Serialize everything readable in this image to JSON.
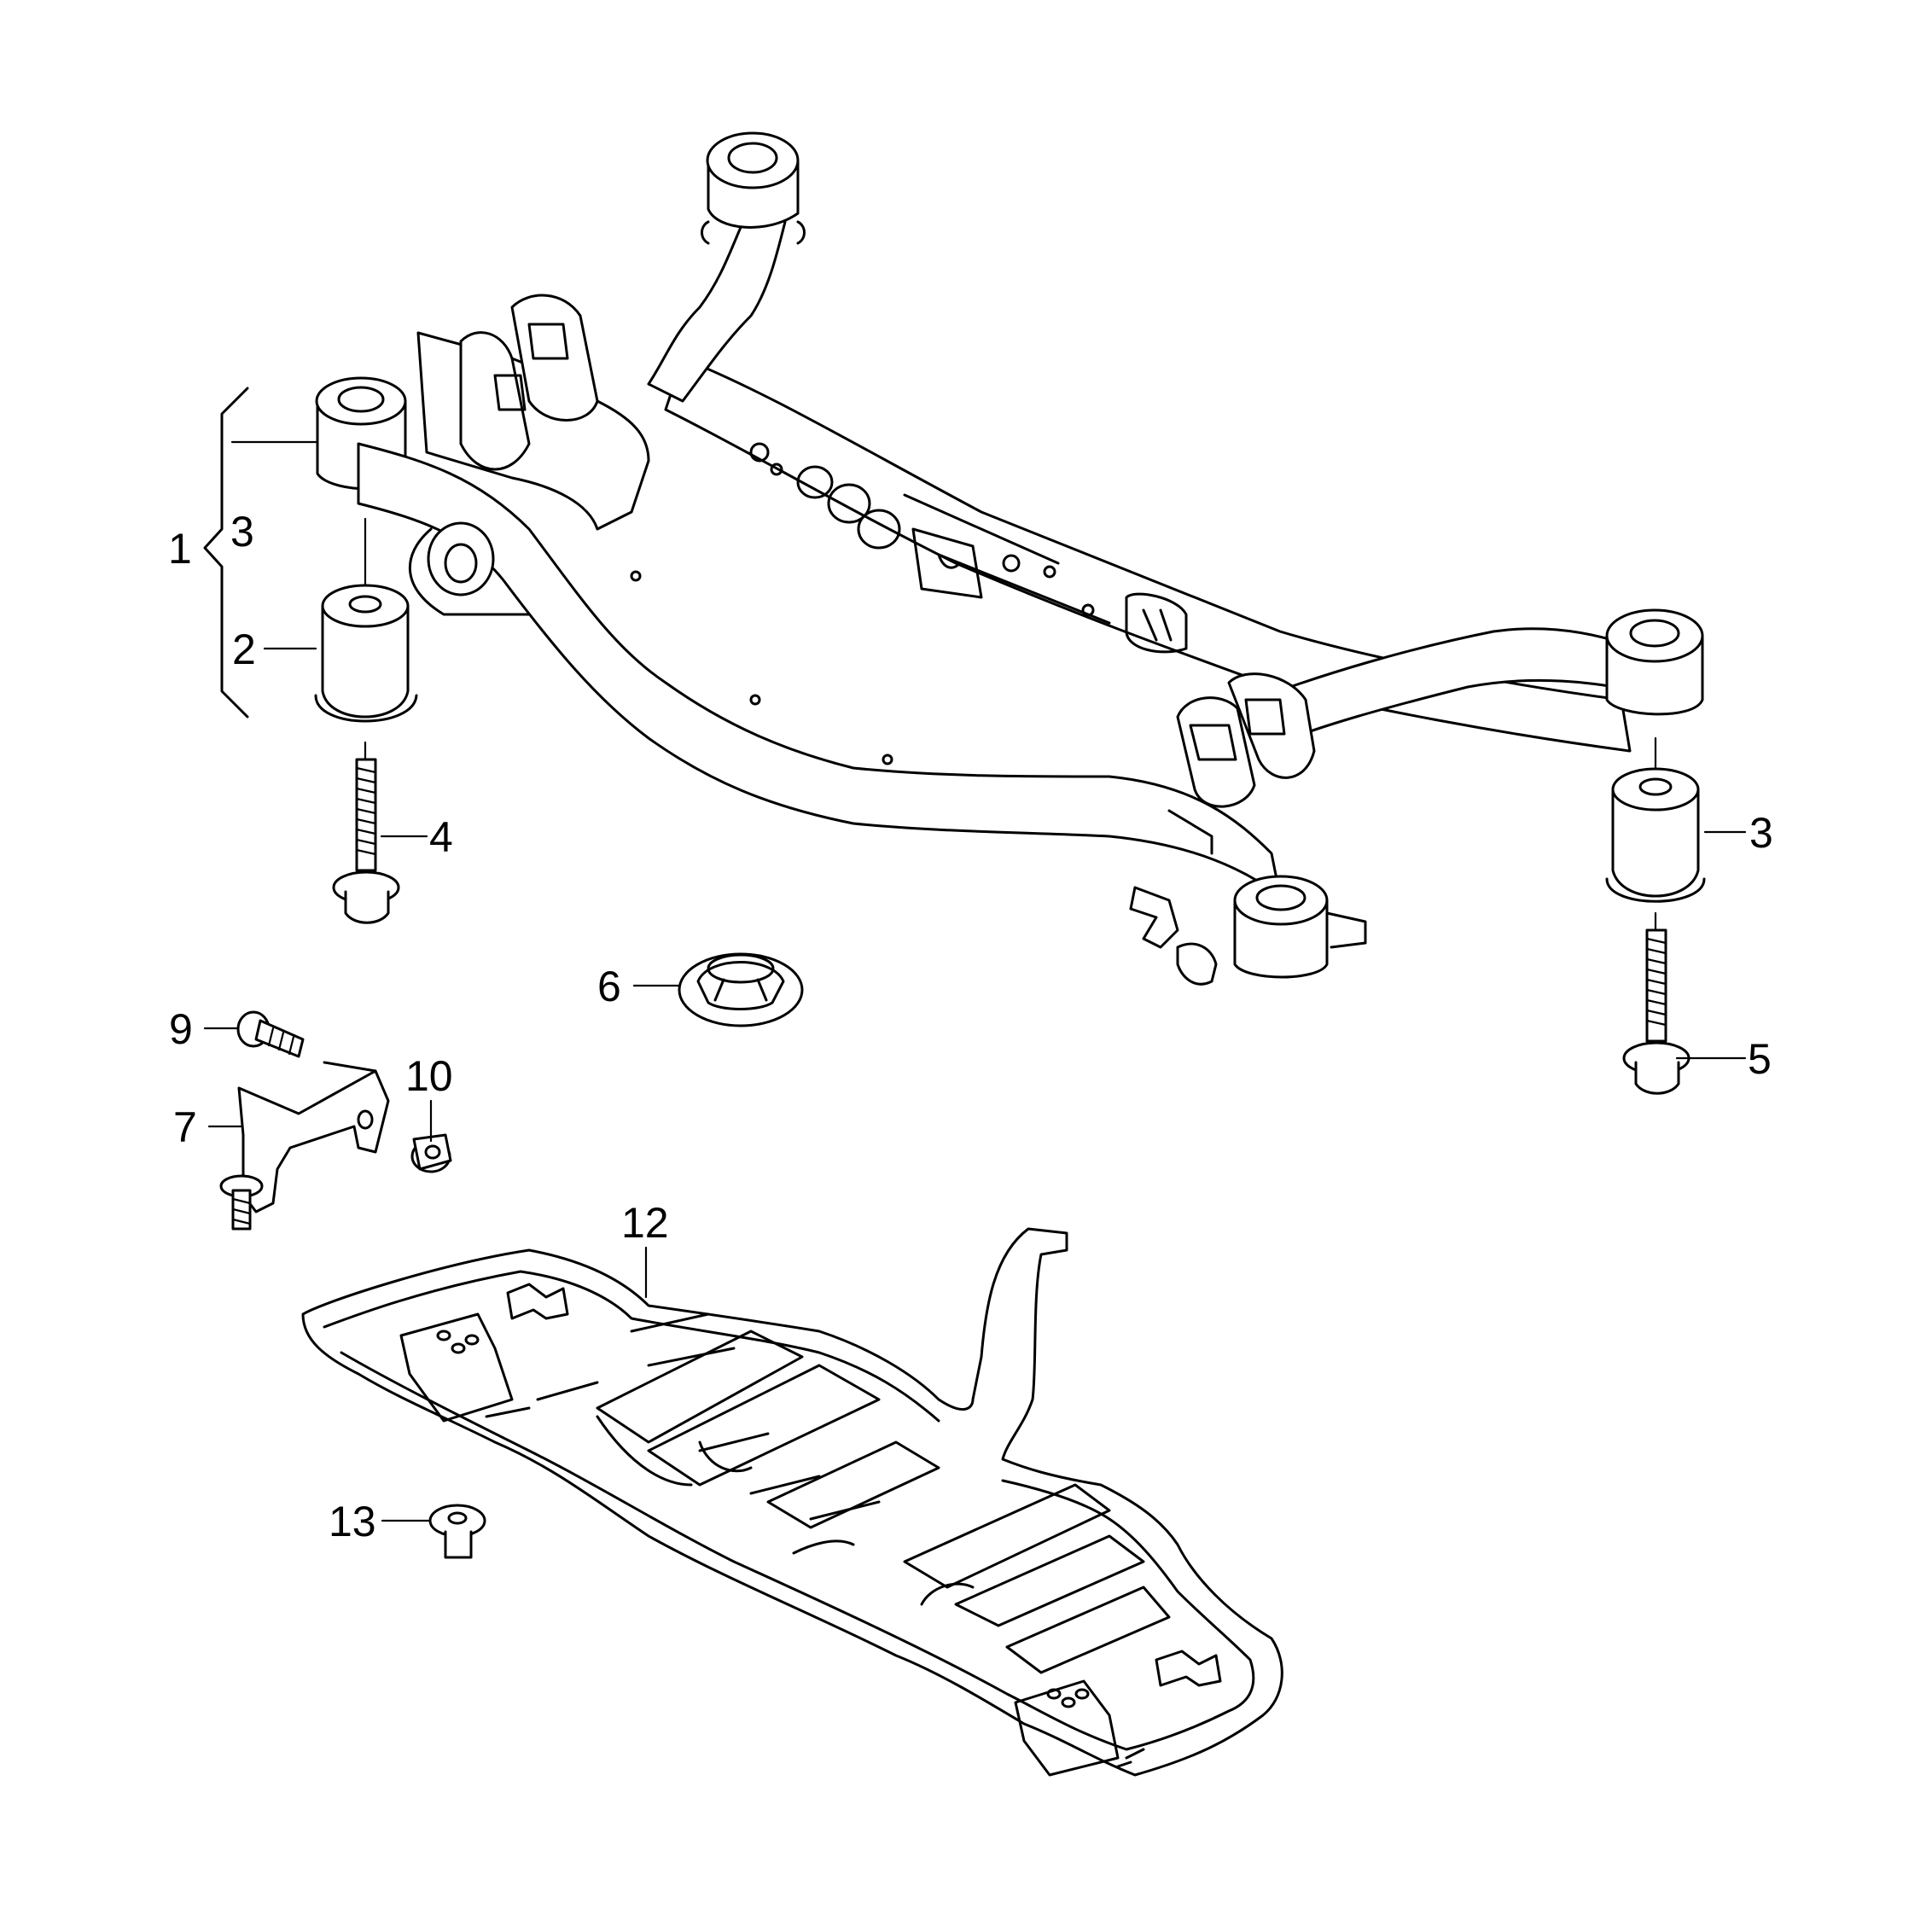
{
  "callouts": [
    {
      "id": "c1",
      "text": "1"
    },
    {
      "id": "c3a",
      "text": "3"
    },
    {
      "id": "c2",
      "text": "2"
    },
    {
      "id": "c4",
      "text": "4"
    },
    {
      "id": "c3b",
      "text": "3"
    },
    {
      "id": "c5",
      "text": "5"
    },
    {
      "id": "c6",
      "text": "6"
    },
    {
      "id": "c9",
      "text": "9"
    },
    {
      "id": "c10",
      "text": "10"
    },
    {
      "id": "c7",
      "text": "7"
    },
    {
      "id": "c12",
      "text": "12"
    },
    {
      "id": "c13",
      "text": "13"
    }
  ]
}
